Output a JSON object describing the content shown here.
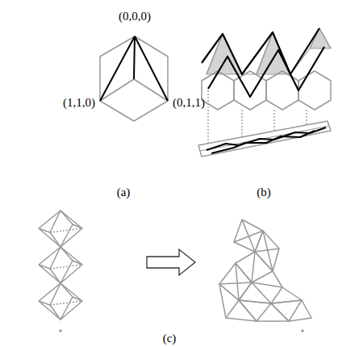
{
  "diagram": {
    "labels": [
      "(0,0,0)",
      "(1,1,0)",
      "(0,1,1)",
      "(a)",
      "(b)",
      "(c)"
    ]
  }
}
